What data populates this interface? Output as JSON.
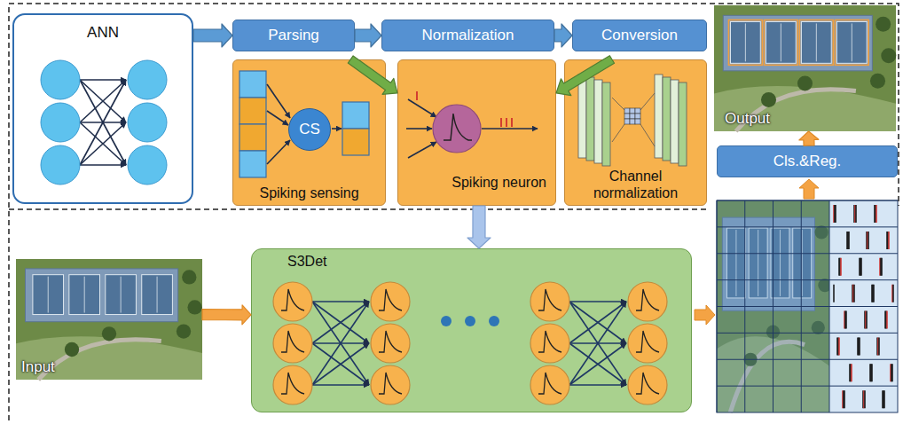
{
  "diagram": {
    "nodes": [
      {
        "text": [
          "ANN"
        ]
      },
      {
        "text": [
          "Parsing"
        ]
      },
      {
        "text": [
          "Normalization"
        ]
      },
      {
        "text": [
          "Conversion"
        ]
      },
      {
        "text": [
          "Output"
        ]
      },
      {
        "text": [
          "Spiking sensing"
        ]
      },
      {
        "text": [
          "CS"
        ],
        "in": 5
      },
      {
        "text": [
          "Spiking neuron"
        ]
      },
      {
        "text": [
          "Channel normalization"
        ]
      },
      {
        "text": [
          "Cls.&Reg."
        ]
      },
      {
        "text": [
          "Input"
        ]
      },
      {
        "text": [
          "S3Det"
        ]
      }
    ],
    "edges": [
      {
        "from": 0,
        "to": 1,
        "arrow": "to"
      },
      {
        "from": 1,
        "to": 2,
        "arrow": "to"
      },
      {
        "from": 2,
        "to": 3,
        "arrow": "to"
      },
      {
        "from": 5,
        "to": 7,
        "arrow": "to"
      },
      {
        "from": 8,
        "to": 7,
        "arrow": "to"
      },
      {
        "from": 7,
        "to": 11,
        "arrow": "to"
      },
      {
        "from": 10,
        "to": 11,
        "arrow": "to"
      },
      {
        "from": 9,
        "to": 4,
        "arrow": "to"
      }
    ]
  }
}
